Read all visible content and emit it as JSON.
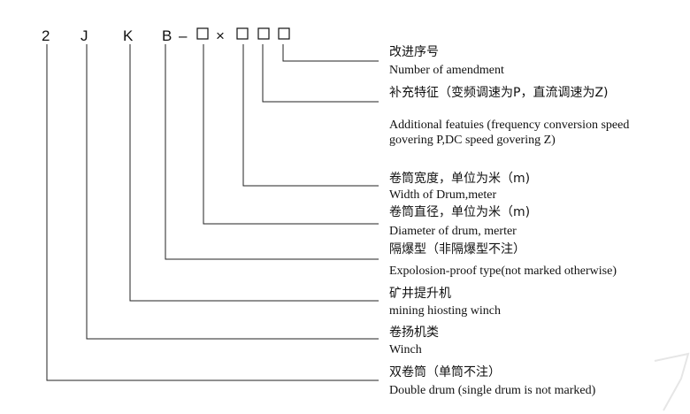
{
  "code": {
    "c1": "2",
    "c2": "J",
    "c3": "K",
    "c4": "B",
    "dash": "–",
    "times": "×"
  },
  "entries": [
    {
      "cn": "改进序号",
      "en": "Number of amendment"
    },
    {
      "cn": "补充特征（变频调速为P，直流调速为Z)",
      "en": "Additional featuies (frequency conversion speed",
      "en2": "govering P,DC speed govering Z)"
    },
    {
      "cn": "卷筒宽度，单位为米（m)",
      "en": "Width of Drum,meter"
    },
    {
      "cn": "卷筒直径，单位为米（m)",
      "en": "Diameter of drum, merter"
    },
    {
      "cn": "隔爆型（非隔爆型不注）",
      "en": "Expolosion-proof type(not marked otherwise)"
    },
    {
      "cn": "矿井提升机",
      "en": "mining hiosting winch"
    },
    {
      "cn": "卷扬机类",
      "en": "Winch"
    },
    {
      "cn": "双卷筒（单筒不注）",
      "en": "Double drum (single drum is not marked)"
    }
  ]
}
